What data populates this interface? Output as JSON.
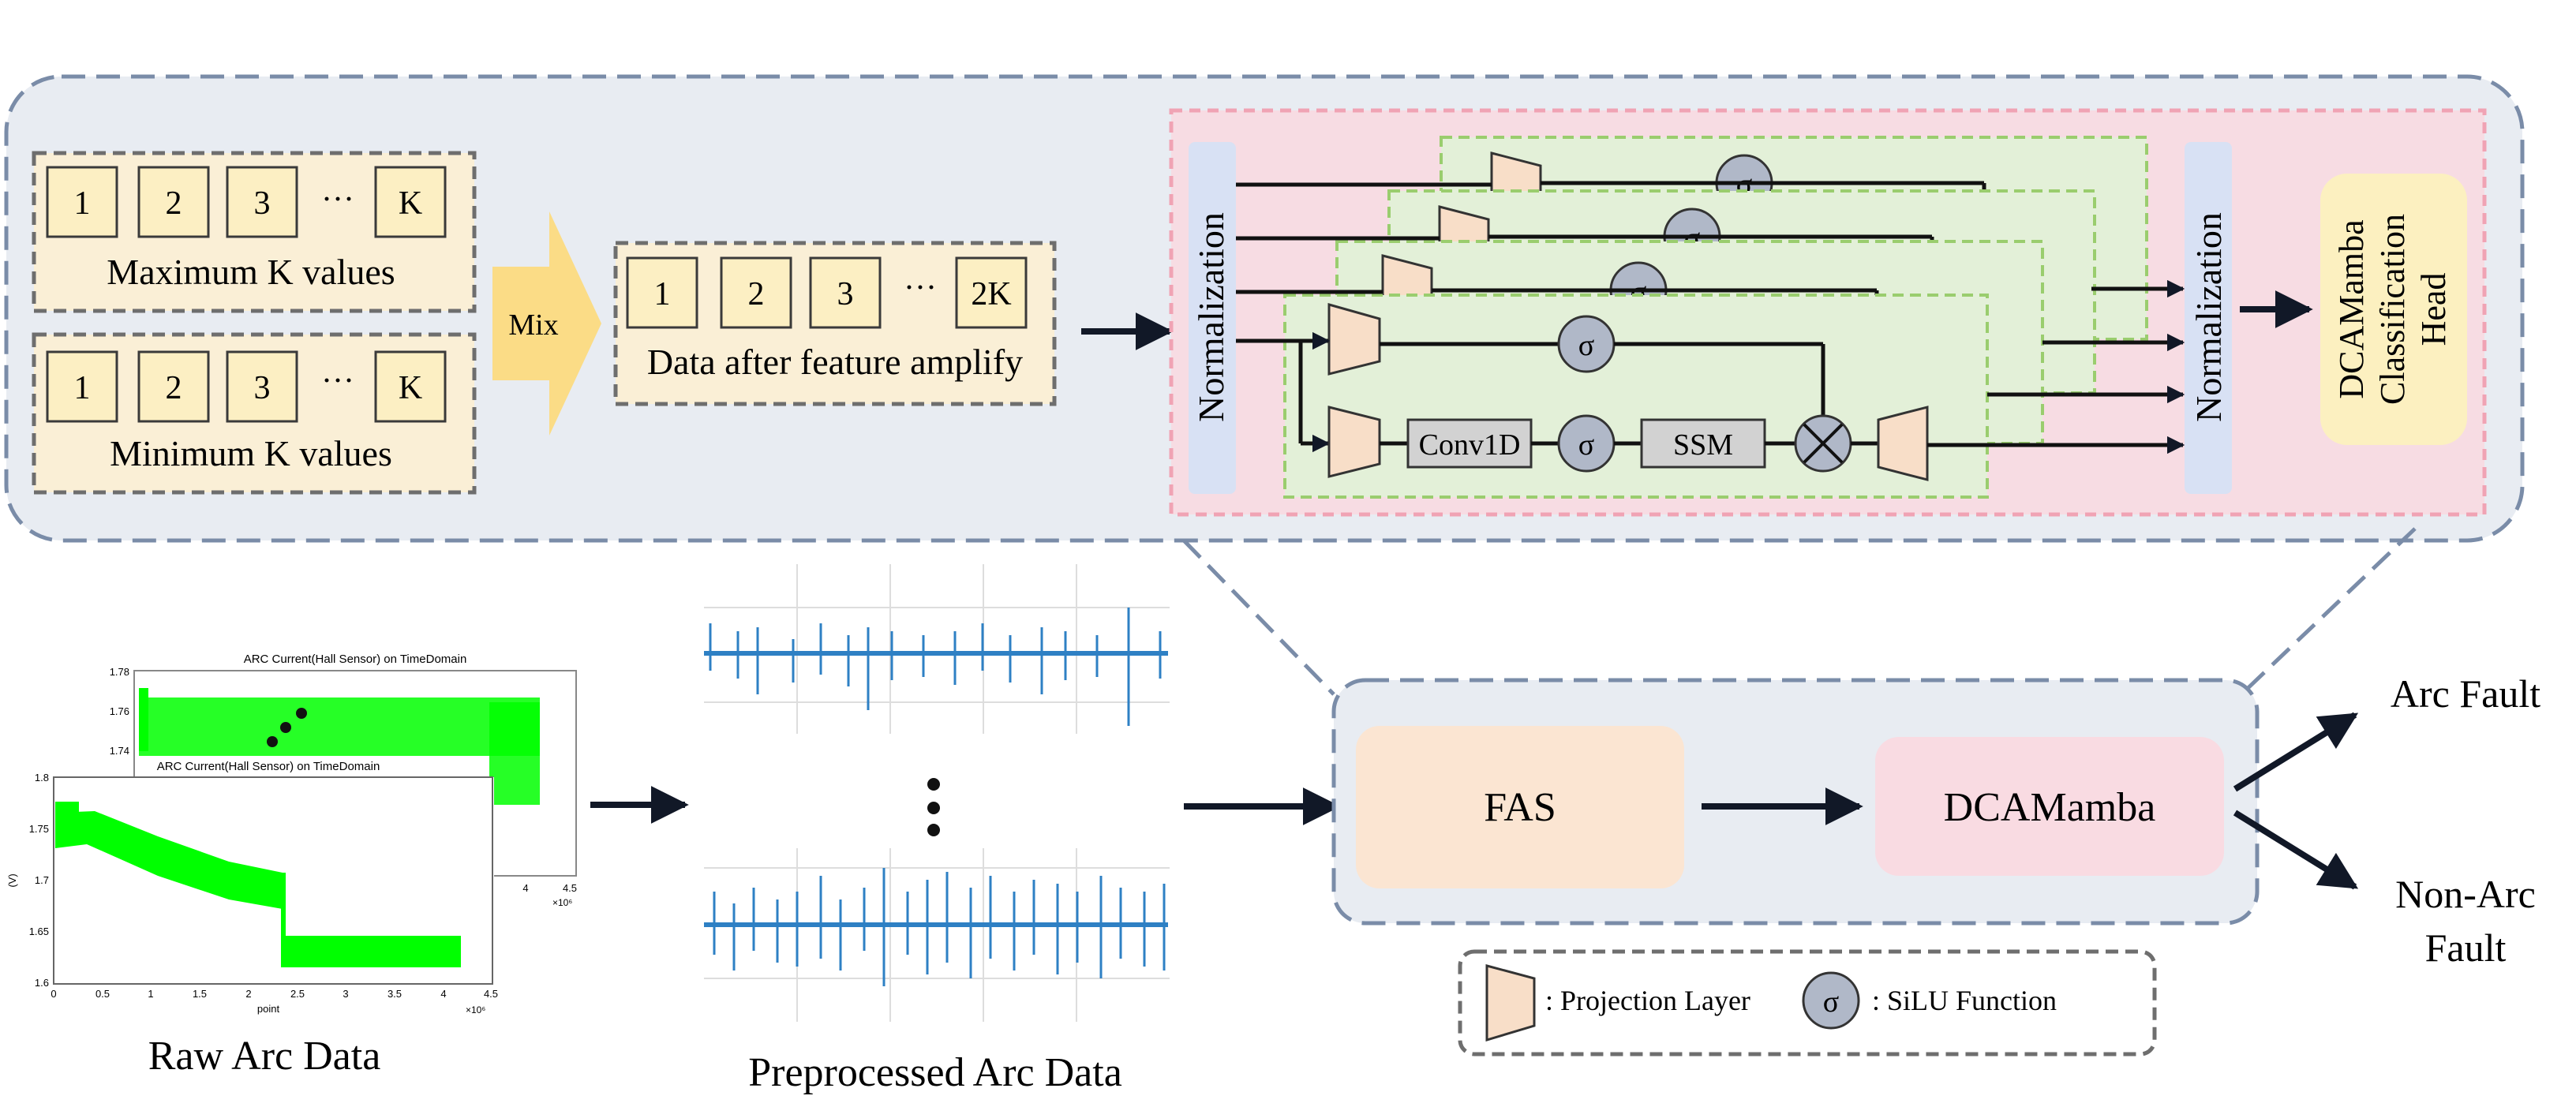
{
  "feature": {
    "max_cells": [
      "1",
      "2",
      "3",
      "···",
      "K"
    ],
    "max_label": "Maximum K values",
    "min_cells": [
      "1",
      "2",
      "3",
      "···",
      "K"
    ],
    "min_label": "Minimum K values",
    "mix_label": "Mix",
    "amp_cells": [
      "1",
      "2",
      "3",
      "···",
      "2K"
    ],
    "amp_label": "Data after feature amplify"
  },
  "mamba": {
    "norm_left": "Normalization",
    "norm_right": "Normalization",
    "sigma": "σ",
    "conv": "Conv1D",
    "ssm": "SSM",
    "head": [
      "DCAMamba",
      "Classification",
      "Head"
    ]
  },
  "plots": {
    "back_title": "ARC Current(Hall Sensor) on TimeDomain",
    "back_y_ticks": [
      "1.78",
      "1.76",
      "1.74"
    ],
    "back_x_ticks": [
      "4",
      "4.5"
    ],
    "back_exp": "×10⁶",
    "front_title": "ARC Current(Hall Sensor) on TimeDomain",
    "front_y_ticks": [
      "1.8",
      "1.75",
      "1.7",
      "1.65",
      "1.6"
    ],
    "front_x_ticks": [
      "0",
      "0.5",
      "1",
      "1.5",
      "2",
      "2.5",
      "3",
      "3.5",
      "4",
      "4.5"
    ],
    "front_ylabel": "(V)",
    "front_xlabel": "point",
    "front_exp": "×10⁶",
    "raw_caption": "Raw Arc Data",
    "pre_caption": "Preprocessed Arc Data"
  },
  "pipeline": {
    "fas": "FAS",
    "dcamamba": "DCAMamba",
    "out_arc": "Arc Fault",
    "out_nonarc": [
      "Non-Arc",
      "Fault"
    ]
  },
  "legend": {
    "proj": ": Projection Layer",
    "silu": ": SiLU Function",
    "sigma": "σ"
  },
  "colors": {
    "top_panel": "#E8ECF2",
    "panel_border": "#7A8CA8",
    "cream": "#FAEFD6",
    "cell": "#FCEFC3",
    "mix_arrow": "#FBDC86",
    "pink": "#F7DCE3",
    "pink_border": "#F0A3B4",
    "green": "#E3F0D8",
    "green_border": "#9ACD6E",
    "norm_blue": "#D8E1F4",
    "head_yellow": "#FCF0C0",
    "proj": "#F8DEC8",
    "sigma_circle": "#B0B8C8",
    "gray_box": "#D2D2D2",
    "fas": "#FBE5D2",
    "dcamamba": "#F9DBE2",
    "plot_green": "#00FF00",
    "plot_blue": "#2E80C4"
  }
}
